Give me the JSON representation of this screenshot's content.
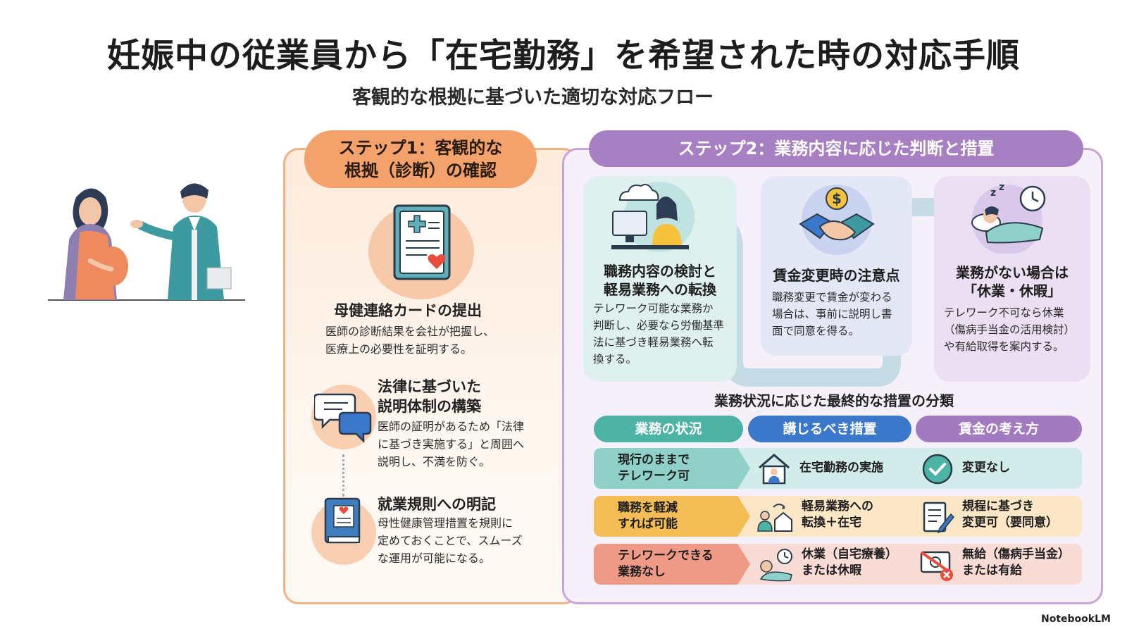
{
  "title": "妊娠中の従業員から「在宅勤務」を希望された時の対応手順",
  "subtitle": "客観的な根拠に基づいた適切な対応フロー",
  "step1": {
    "header_line1": "ステップ1：客観的な",
    "header_line2": "根拠（診断）の確認",
    "item1": {
      "heading": "母健連絡カードの提出",
      "line1": "医師の診断結果を会社が把握し、",
      "line2": "医療上の必要性を証明する。"
    },
    "item2": {
      "heading_line1": "法律に基づいた",
      "heading_line2": "説明体制の構築",
      "line1": "医師の証明があるため「法律",
      "line2": "に基づき実施する」と周囲へ",
      "line3": "説明し、不満を防ぐ。"
    },
    "item3": {
      "heading": "就業規則への明記",
      "line1": "母性健康管理措置を規則に",
      "line2": "定めておくことで、スムーズ",
      "line3": "な運用が可能になる。"
    }
  },
  "step2": {
    "header": "ステップ2：業務内容に応じた判断と措置",
    "card_a": {
      "heading_line1": "職務内容の検討と",
      "heading_line2": "軽易業務への転換",
      "line1": "テレワーク可能な業務か",
      "line2": "判断し、必要なら労働基準",
      "line3": "法に基づき軽易業務へ転",
      "line4": "換する。"
    },
    "card_b": {
      "heading": "賃金変更時の注意点",
      "line1": "職務変更で賃金が変わる",
      "line2": "場合は、事前に説明し書",
      "line3": "面で同意を得る。"
    },
    "card_c": {
      "heading_line1": "業務がない場合は",
      "heading_line2": "「休業・休暇」",
      "line1": "テレワーク不可なら休業",
      "line2": "（傷病手当金の活用検討）",
      "line3": "や有給取得を案内する。"
    },
    "classification": {
      "title": "業務状況に応じた最終的な措置の分類",
      "headers": [
        "業務の状況",
        "講じるべき措置",
        "賃金の考え方"
      ],
      "rows": [
        {
          "status_line1": "現行のままで",
          "status_line2": "テレワーク可",
          "measure_line1": "在宅勤務の実施",
          "measure_line2": "",
          "wage_line1": "変更なし",
          "wage_line2": ""
        },
        {
          "status_line1": "職務を軽減",
          "status_line2": "すれば可能",
          "measure_line1": "軽易業務への",
          "measure_line2": "転換＋在宅",
          "wage_line1": "規程に基づき",
          "wage_line2": "変更可（要同意）"
        },
        {
          "status_line1": "テレワークできる",
          "status_line2": "業務なし",
          "measure_line1": "休業（自宅療養）",
          "measure_line2": "または休暇",
          "wage_line1": "無給（傷病手当金）",
          "wage_line2": "または有給"
        }
      ]
    }
  },
  "brand": "NotebookLM",
  "icons": {
    "people": "two-people-illustration",
    "doc": "medical-document-icon",
    "chat": "chat-bubbles-icon",
    "book": "rulebook-icon",
    "telework": "person-at-computer-icon",
    "handshake": "handshake-coin-icon",
    "rest": "sleeping-person-clock-icon",
    "house": "house-icon",
    "check": "check-circle-icon",
    "transfer": "light-work-transfer-icon",
    "edit_doc": "edit-document-icon",
    "bed_clock": "rest-clock-icon",
    "no_money": "no-pay-icon"
  },
  "colors": {
    "step1": "#f2a26a",
    "step2": "#a780c4",
    "teal": "#4db3a5",
    "blue": "#3b78c9",
    "purple": "#a17abf"
  }
}
